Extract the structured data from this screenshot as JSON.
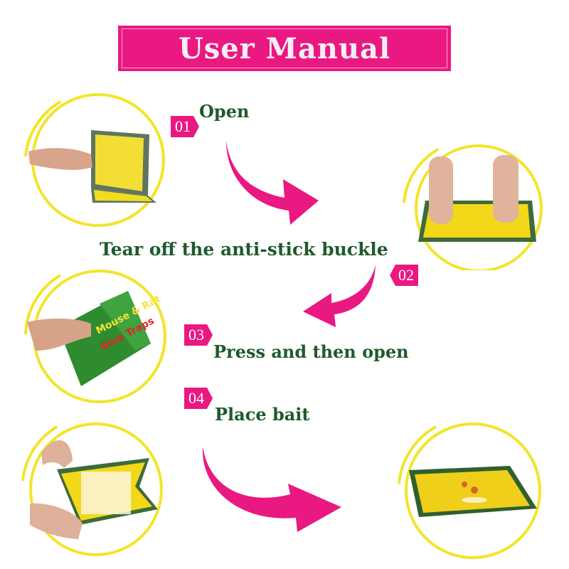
{
  "header": {
    "title": "User Manual"
  },
  "colors": {
    "accent": "#ea1881",
    "text_green": "#1f5a2c",
    "ring_yellow": "#f2e52a",
    "trap_yellow": "#f3d81a",
    "trap_frame": "#3d6b3a"
  },
  "steps": [
    {
      "number": "01",
      "label": "Open"
    },
    {
      "number": "02",
      "label": "Tear off the anti-stick buckle"
    },
    {
      "number": "03",
      "label": "Press and then open"
    },
    {
      "number": "04",
      "label": "Place bait"
    }
  ],
  "photos": [
    {
      "name": "photo-open-trap",
      "description": "hand opening glue trap"
    },
    {
      "name": "photo-tear-buckle",
      "description": "two hands pressing flat trap"
    },
    {
      "name": "photo-press-package",
      "description": "hand pressing package"
    },
    {
      "name": "photo-pull-apart",
      "description": "hands pulling trap apart"
    },
    {
      "name": "photo-baited-trap",
      "description": "trap with bait placed"
    }
  ],
  "package": {
    "line1": "Mouse & Rat",
    "line2": "Glue Traps"
  },
  "icons": {
    "arrow": "curved-arrow-icon",
    "ring": "yellow-ring-icon"
  }
}
